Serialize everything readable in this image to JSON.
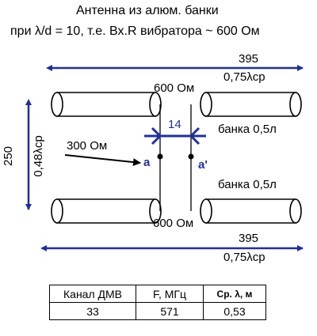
{
  "title": {
    "line1": "Антенна из алюм. банки",
    "line2": "при λ/d = 10, т.е.  Вх.R вибратора ~ 600 Ом"
  },
  "dims": {
    "top_len": "395",
    "top_len_unit": "0,75λср",
    "bottom_len": "395",
    "bottom_len_unit": "0,75λср",
    "height": "250",
    "height_unit": "0,48λср",
    "gap": "14"
  },
  "labels": {
    "imp_top": "600 Ом",
    "imp_bottom": "600 Ом",
    "imp_feed": "300 Ом",
    "can_top": "банка 0,5л",
    "can_bottom": "банка 0,5л",
    "point_a": "a",
    "point_a2": "a'"
  },
  "table": {
    "headers": [
      "Канал ДМВ",
      "F, МГц",
      "Ср. λ, м"
    ],
    "rows": [
      [
        "33",
        "571",
        "0,53"
      ]
    ]
  },
  "colors": {
    "dimension_blue": "#1f2f9e",
    "line_black": "#000000"
  }
}
